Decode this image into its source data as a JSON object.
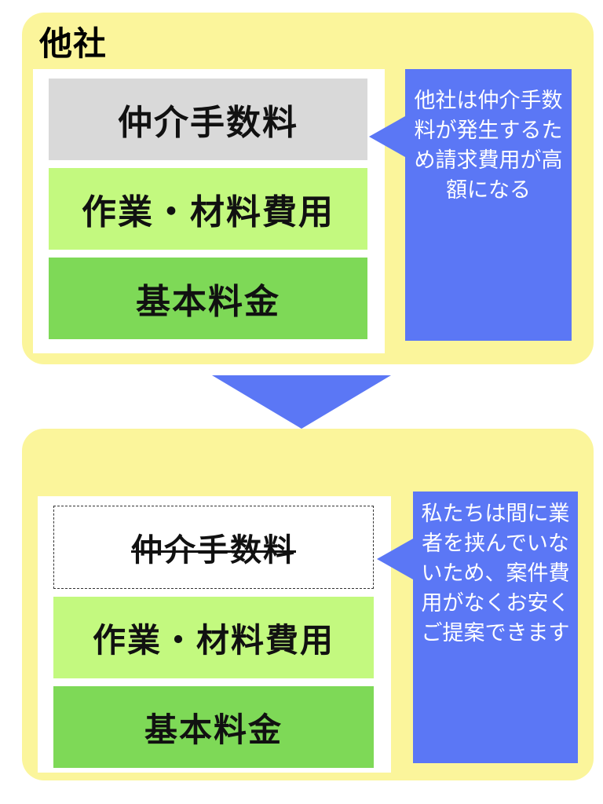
{
  "top_panel": {
    "title": "他社",
    "bars": {
      "fee": "仲介手数料",
      "work": "作業・材料費用",
      "base": "基本料金"
    },
    "callout": "他社は仲介手数料が発生するため請求費用が高額になる"
  },
  "bottom_panel": {
    "bars": {
      "fee": "仲介手数料",
      "work": "作業・材料費用",
      "base": "基本料金"
    },
    "callout": "私たちは間に業者を挟んでいないため、案件費用がなくお安くご提案できます"
  },
  "colors": {
    "panel": "#fbf59b",
    "callout": "#5b77f5",
    "fee_bar": "#d9d9d9",
    "work_bar": "#c3f97f",
    "base_bar": "#7ed957"
  }
}
